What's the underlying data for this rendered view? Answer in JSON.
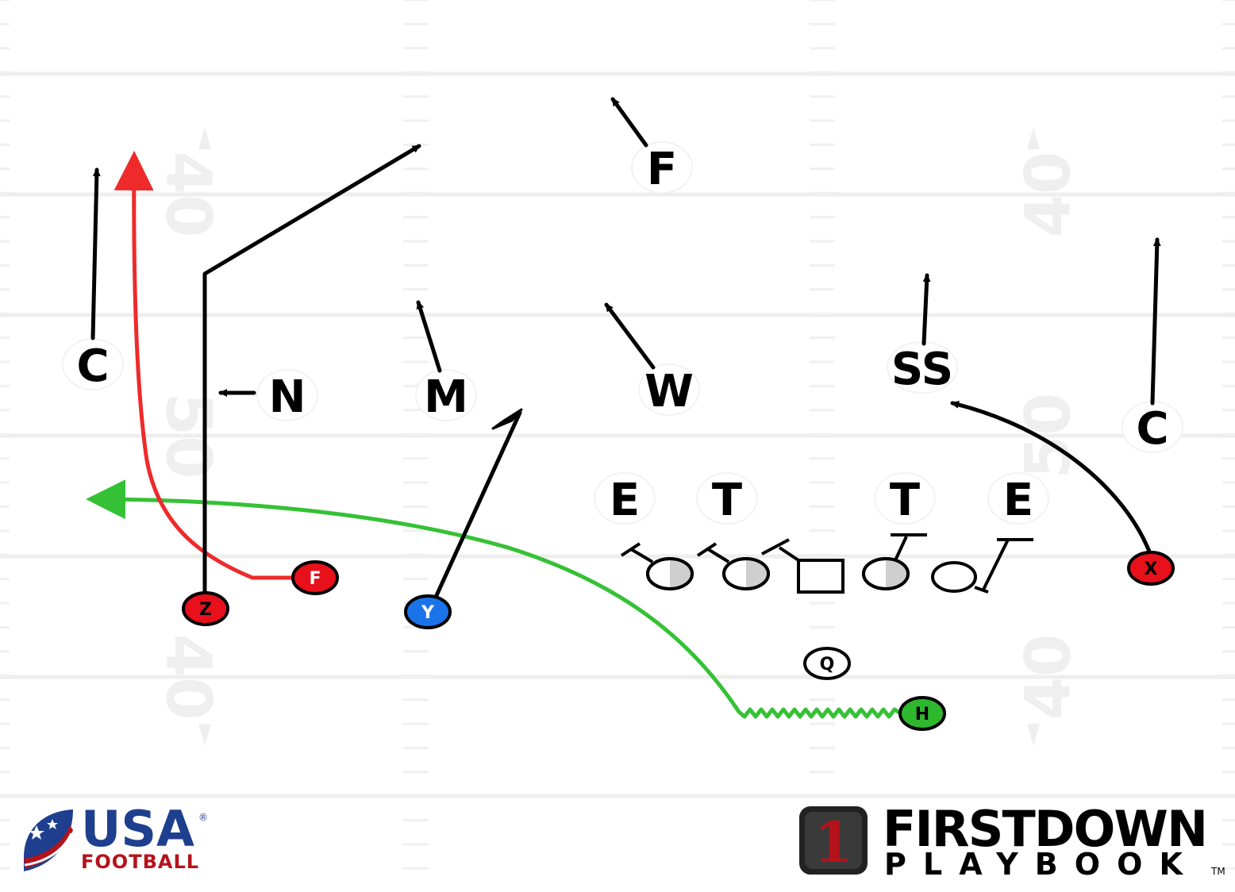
{
  "field": {
    "yard_numbers": [
      "40",
      "50",
      "40"
    ],
    "line_color": "#eeeeee"
  },
  "defense": {
    "corner_left": "C",
    "corner_right": "C",
    "free_safety": "F",
    "strong_safety": "SS",
    "nickel": "N",
    "mike": "M",
    "will": "W",
    "end_left": "E",
    "tackle_left": "T",
    "tackle_right": "T",
    "end_right": "E"
  },
  "offense": {
    "z": {
      "label": "Z",
      "color": "#e8101a"
    },
    "f": {
      "label": "F",
      "color": "#e8101a"
    },
    "y": {
      "label": "Y",
      "color": "#1a73e8"
    },
    "x": {
      "label": "X",
      "color": "#e8101a"
    },
    "h": {
      "label": "H",
      "color": "#2eb82e"
    },
    "q": {
      "label": "Q",
      "color": "#ffffff"
    }
  },
  "routes": {
    "red": "#ee2a2a",
    "green": "#35c135",
    "black": "#000000"
  },
  "logos": {
    "usa_line1": "USA",
    "usa_registered": "®",
    "usa_line2": "FOOTBALL",
    "fd_number": "1",
    "fd_line1": "FIRSTDOWN",
    "fd_line2": "PLAYBOOK",
    "fd_tm": "TM"
  }
}
